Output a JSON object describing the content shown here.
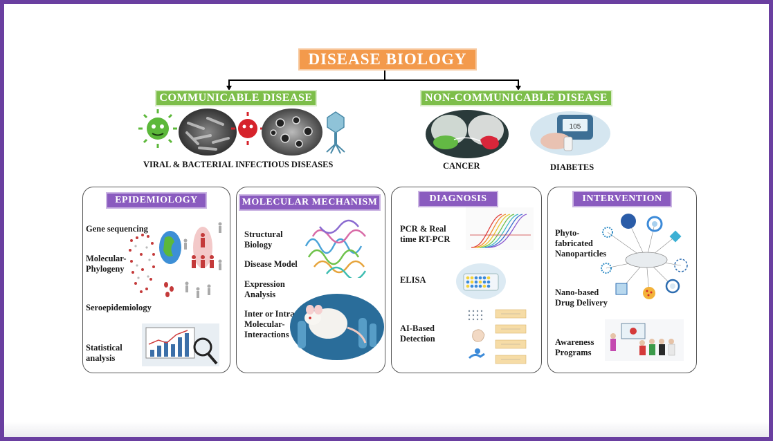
{
  "title": "DISEASE BIOLOGY",
  "branches": {
    "communicable": {
      "label": "COMMUNICABLE DISEASE",
      "caption": "VIRAL & BACTERIAL INFECTIOUS DISEASES"
    },
    "non_communicable": {
      "label": "NON-COMMUNICABLE DISEASE",
      "captions": [
        "CANCER",
        "DIABETES"
      ]
    }
  },
  "panels": {
    "epidemiology": {
      "label": "EPIDEMIOLOGY",
      "items": [
        "Gene sequencing",
        "Molecular-\nPhylogeny",
        "Seroepidemiology",
        "Statistical\nanalysis"
      ]
    },
    "molecular": {
      "label": "MOLECULAR MECHANISM",
      "items": [
        "Structural\nBiology",
        "Disease Model",
        "Expression\nAnalysis",
        "Inter or Intra\nMolecular-\nInteractions"
      ]
    },
    "diagnosis": {
      "label": "DIAGNOSIS",
      "items": [
        "PCR & Real\ntime RT-PCR",
        "ELISA",
        "AI-Based\nDetection"
      ]
    },
    "intervention": {
      "label": "INTERVENTION",
      "items": [
        "Phyto-\nfabricated\nNanoparticles",
        "Nano-based\nDrug Delivery",
        "Awareness\nPrograms"
      ]
    }
  },
  "colors": {
    "title_bg": "#f39a4c",
    "green_label": "#7dbe4a",
    "purple_label": "#8a5bbf",
    "frame": "#6a3fa0"
  }
}
